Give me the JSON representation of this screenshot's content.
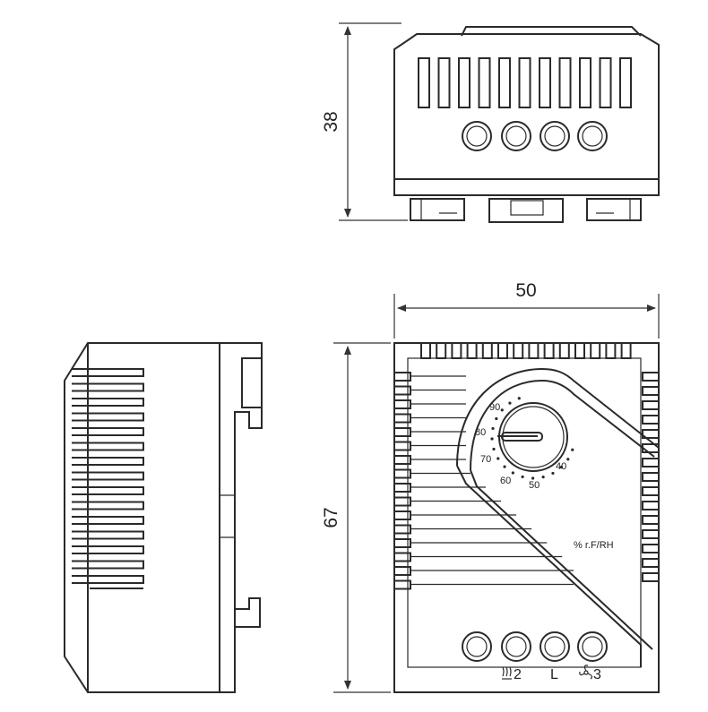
{
  "dimensions": {
    "depth": "38",
    "width": "50",
    "height": "67"
  },
  "dial": {
    "scale": [
      "90",
      "80",
      "70",
      "60",
      "50",
      "40"
    ],
    "unit": "% r.F/RH"
  },
  "terminals": {
    "t1": "2",
    "t2": "L",
    "t3": "3",
    "t1_icon": "heater-icon",
    "t3_icon": "fan-icon"
  },
  "colors": {
    "line": "#2a2a2a",
    "background": "#ffffff"
  }
}
